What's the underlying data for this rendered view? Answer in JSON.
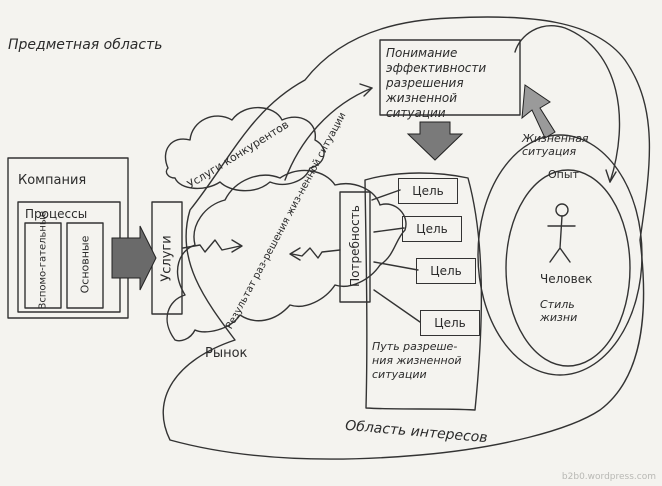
{
  "labels": {
    "subject_area": "Предметная область",
    "company": "Компания",
    "processes": "Процессы",
    "auxiliary": "Вспомо-гательные",
    "main": "Основные",
    "services": "Услуги",
    "competitor_services": "Услуги конкурентов",
    "result": "Результат раз-решения жиз-ненной ситуации",
    "need": "Потребность",
    "understanding": "Понимание эффективности разрешения жизненной ситуации",
    "goal": "Цель",
    "life_situation": "Жизненная ситуация",
    "experience": "Опыт",
    "person": "Человек",
    "lifestyle": "Стиль жизни",
    "path": "Путь разреше-ния жизненной ситуации",
    "market": "Рынок",
    "interest_area": "Область интересов",
    "watermark": "b2b0.wordpress.com"
  }
}
